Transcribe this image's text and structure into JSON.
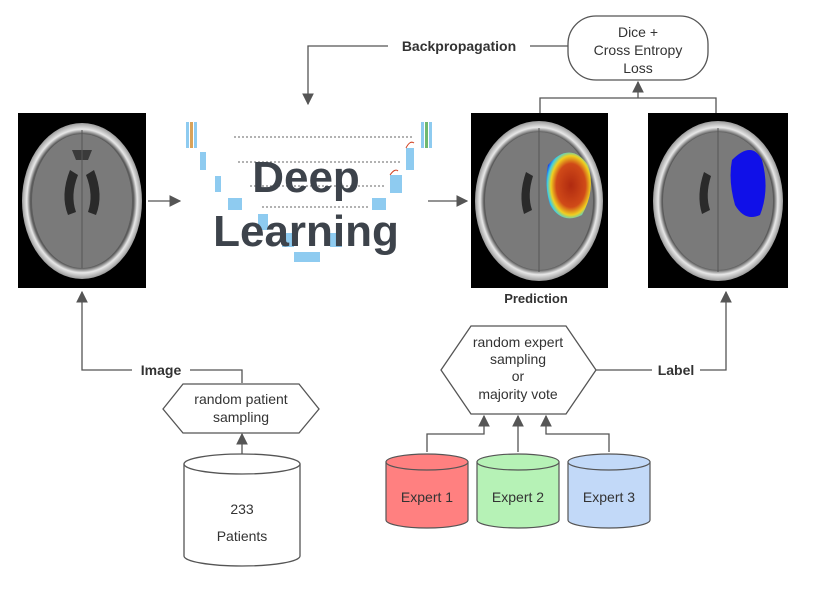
{
  "nodes": {
    "loss": {
      "line1": "Dice +",
      "line2": "Cross Entropy",
      "line3": "Loss"
    },
    "deep_learning": {
      "line1": "Deep",
      "line2": "Learning"
    },
    "prediction_caption": "Prediction",
    "random_patient": {
      "line1": "random patient",
      "line2": "sampling"
    },
    "patients": {
      "line1": "233",
      "line2": "Patients"
    },
    "random_expert": {
      "line1": "random expert",
      "line2": "sampling",
      "line3": "or",
      "line4": "majority vote"
    },
    "experts": [
      {
        "label": "Expert 1",
        "color": "#ff8080"
      },
      {
        "label": "Expert 2",
        "color": "#b6f2b6"
      },
      {
        "label": "Expert 3",
        "color": "#c2d9f8"
      }
    ]
  },
  "edge_labels": {
    "backprop": "Backpropagation",
    "image": "Image",
    "label": "Label"
  },
  "colors": {
    "line": "#555555",
    "scan_bg": "#000000",
    "unet_blue": "#8ecbf0",
    "heat_red": "#c83a18",
    "mask_blue": "#1010e8"
  }
}
